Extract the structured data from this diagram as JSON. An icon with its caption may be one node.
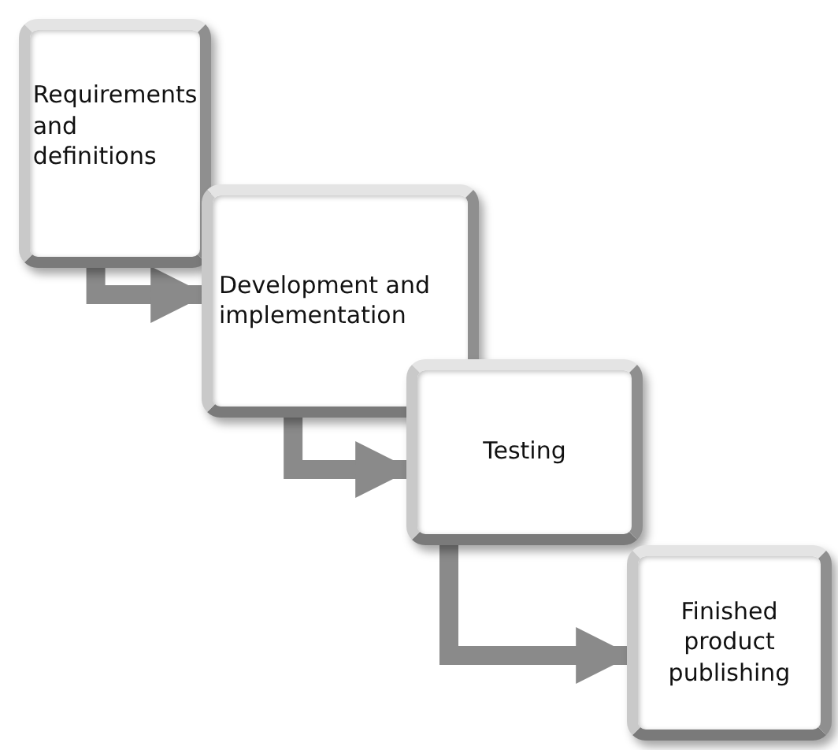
{
  "diagram": {
    "nodes": [
      {
        "text": [
          "Requirements and definitions"
        ]
      },
      {
        "text": [
          "Development and implementation"
        ]
      },
      {
        "text": [
          "Testing"
        ]
      },
      {
        "text": [
          "Finished product publishing"
        ]
      }
    ],
    "edges": [
      {
        "from": 0,
        "to": 1,
        "arrow": "to"
      },
      {
        "from": 1,
        "to": 2,
        "arrow": "to"
      },
      {
        "from": 2,
        "to": 3,
        "arrow": "to"
      }
    ]
  }
}
